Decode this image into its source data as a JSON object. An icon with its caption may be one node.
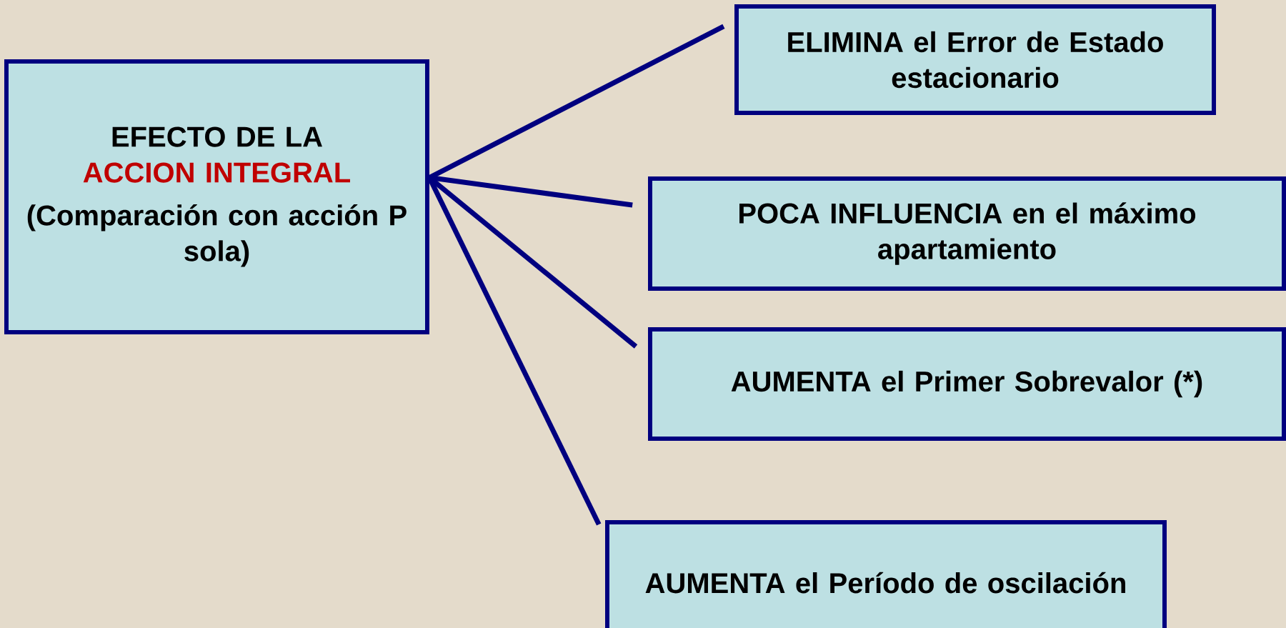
{
  "diagram": {
    "nodes": [
      {
        "text": [
          "EFECTO DE LA",
          "ACCION INTEGRAL",
          "(Comparación con acción P sola)"
        ]
      },
      {
        "text": [
          "ELIMINA el Error de Estado estacionario"
        ]
      },
      {
        "text": [
          "POCA INFLUENCIA en el máximo apartamiento"
        ]
      },
      {
        "text": [
          "AUMENTA el Primer Sobrevalor (*)"
        ]
      },
      {
        "text": [
          "AUMENTA el Período de oscilación"
        ]
      }
    ],
    "edges": [
      {
        "from": 0,
        "to": 1,
        "arrow": "none"
      },
      {
        "from": 0,
        "to": 2,
        "arrow": "none"
      },
      {
        "from": 0,
        "to": 3,
        "arrow": "none"
      },
      {
        "from": 0,
        "to": 4,
        "arrow": "none"
      }
    ]
  }
}
